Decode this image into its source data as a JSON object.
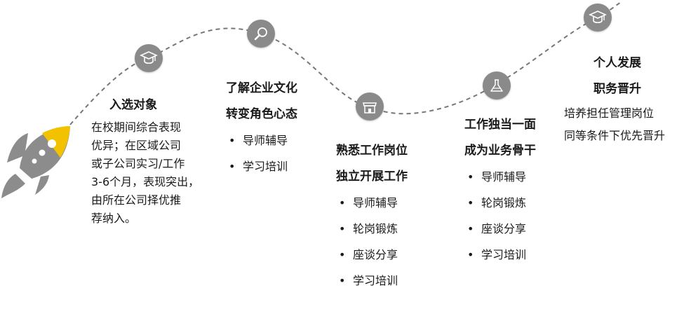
{
  "stages": [
    {
      "icon": "graduation-cap-icon",
      "titles": [
        "入选对象"
      ],
      "description": [
        "在校期间综合表现",
        "优异；在区域公司",
        "或子公司实习/工作",
        "3-6个月，表现突出，",
        "由所在公司择优推",
        "荐纳入。"
      ]
    },
    {
      "icon": "magnifier-icon",
      "titles": [
        "了解企业文化",
        "转变角色心态"
      ],
      "bullets": [
        "导师辅导",
        "学习培训"
      ]
    },
    {
      "icon": "shop-icon",
      "titles": [
        "熟悉工作岗位",
        "独立开展工作"
      ],
      "bullets": [
        "导师辅导",
        "轮岗锻炼",
        "座谈分享",
        "学习培训"
      ]
    },
    {
      "icon": "flask-icon",
      "titles": [
        "工作独当一面",
        "成为业务骨干"
      ],
      "bullets": [
        "导师辅导",
        "轮岗锻炼",
        "座谈分享",
        "学习培训"
      ]
    },
    {
      "icon": "graduation-cap-icon",
      "titles": [
        "个人发展",
        "职务晋升"
      ],
      "lines": [
        "培养担任管理岗位",
        "同等条件下优先晋升"
      ]
    }
  ],
  "colors": {
    "accent": "#f2c200",
    "node": "#8a8a8a",
    "rocket_body": "#8c8c8c",
    "dash": "#777777"
  }
}
